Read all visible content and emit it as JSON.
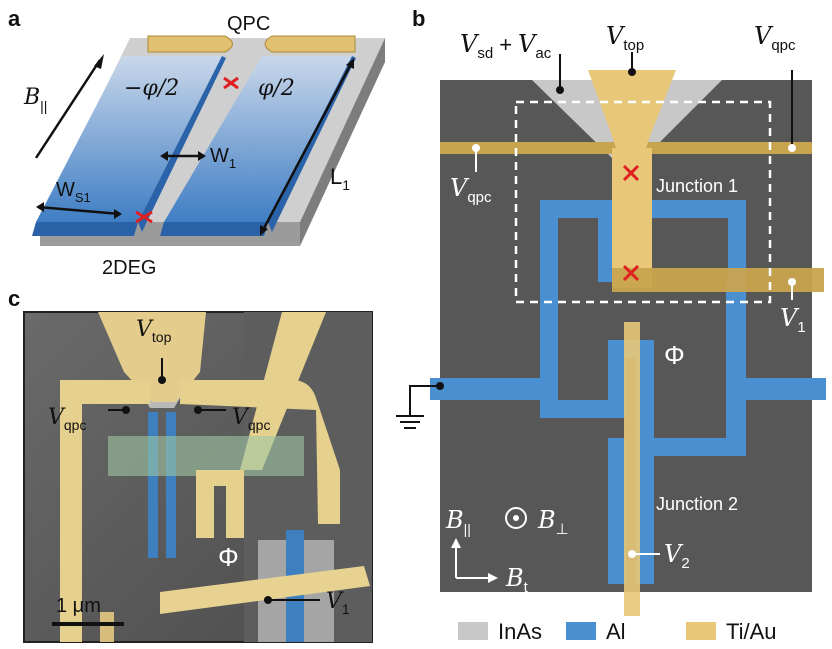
{
  "panel_letters": {
    "a": "a",
    "b": "b",
    "c": "c"
  },
  "panel_a": {
    "qpc": "QPC",
    "phase_left": "−φ/2",
    "phase_right": "φ/2",
    "b_parallel": "B",
    "b_parallel_sub": "||",
    "w1": "W",
    "w1_sub": "1",
    "ws1": "W",
    "ws1_sub": "S1",
    "l1": "L",
    "l1_sub": "1",
    "twodeg": "2DEG"
  },
  "panel_b": {
    "vsd": "V",
    "vsd_sub": "sd",
    "plus": "+",
    "vac": "V",
    "vac_sub": "ac",
    "vtop": "V",
    "vtop_sub": "top",
    "vqpc_right": "V",
    "vqpc_right_sub": "qpc",
    "vqpc_left": "V",
    "vqpc_left_sub": "qpc",
    "junction1": "Junction 1",
    "v1": "V",
    "v1_sub": "1",
    "phi": "Φ",
    "junction2": "Junction 2",
    "b_par": "B",
    "b_par_sub": "||",
    "b_perp": "B",
    "b_perp_sub": "⊥",
    "b_t": "B",
    "b_t_sub": "t",
    "v2": "V",
    "v2_sub": "2",
    "legend": [
      {
        "label": "InAs",
        "color": "#c8c8c8"
      },
      {
        "label": "Al",
        "color": "#4a8fd0"
      },
      {
        "label": "Ti/Au",
        "color": "#e8c878"
      }
    ]
  },
  "panel_c": {
    "vtop": "V",
    "vtop_sub": "top",
    "vqpc_left": "V",
    "vqpc_left_sub": "qpc",
    "vqpc_right": "V",
    "vqpc_right_sub": "qpc",
    "phi": "Φ",
    "scale": "1 μm",
    "v1": "V",
    "v1_sub": "1"
  },
  "colors": {
    "substrate": "#575757",
    "inas": "#c8c8c8",
    "al": "#4a8fd0",
    "tiau": "#e8c878",
    "tiau_dark": "#b89a48",
    "junction_mark": "#e02020"
  }
}
